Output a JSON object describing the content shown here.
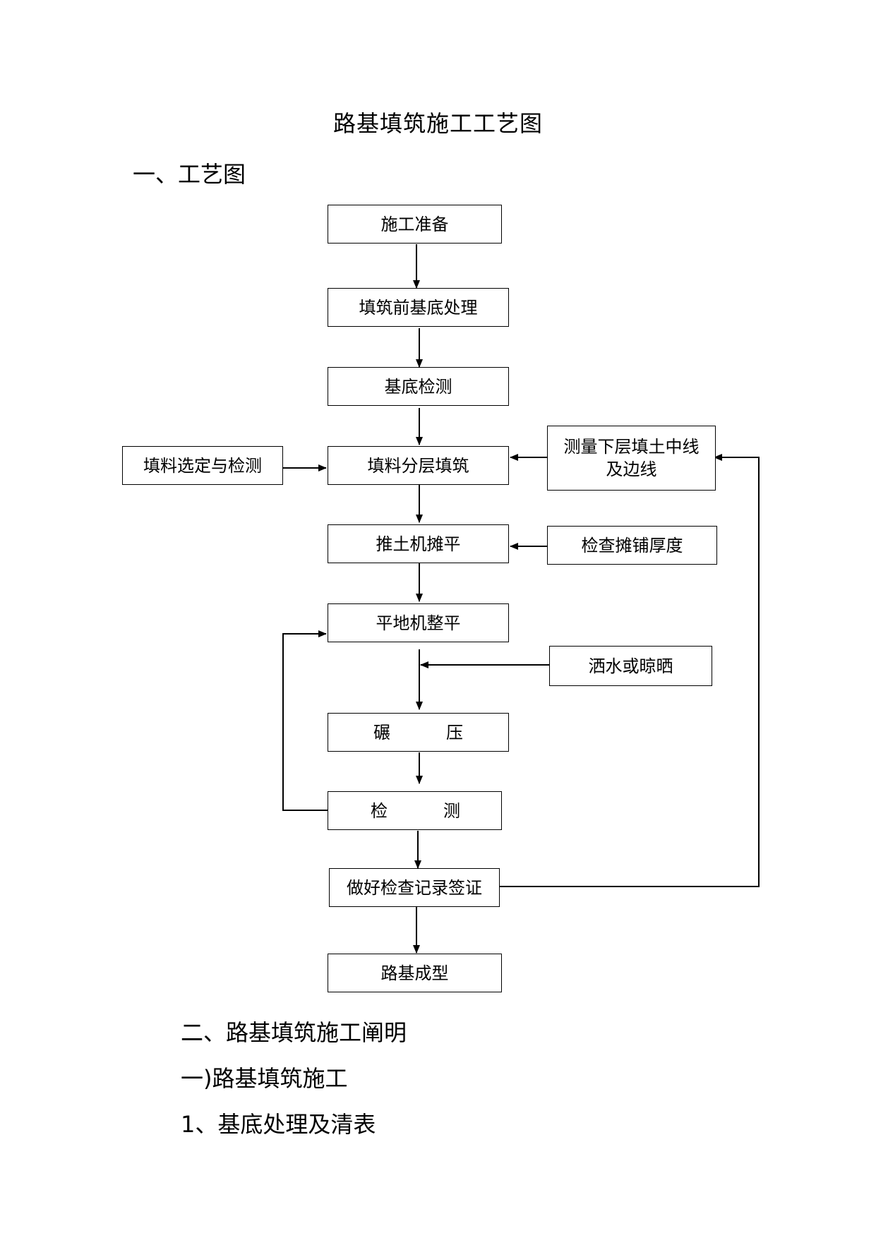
{
  "title": "路基填筑施工工艺图",
  "section1": "一、工艺图",
  "flow": {
    "prep": "施工准备",
    "base_treatment": "填筑前基底处理",
    "base_test": "基底检测",
    "fill_layer": "填料分层填筑",
    "material_select": "填料选定与检测",
    "survey": "测量下层填土中线及边线",
    "survey_line1": "测量下层填土中线",
    "survey_line2": "及边线",
    "bulldozer": "推土机摊平",
    "check_thickness": "检查摊铺厚度",
    "grader": "平地机整平",
    "water": "洒水或晾晒",
    "compact_a": "碾",
    "compact_b": "压",
    "test_a": "检",
    "test_b": "测",
    "record": "做好检查记录签证",
    "finish": "路基成型"
  },
  "section2": "二、路基填筑施工阐明",
  "section2_sub": "一)路基填筑施工",
  "section2_item": "1、基底处理及清表"
}
